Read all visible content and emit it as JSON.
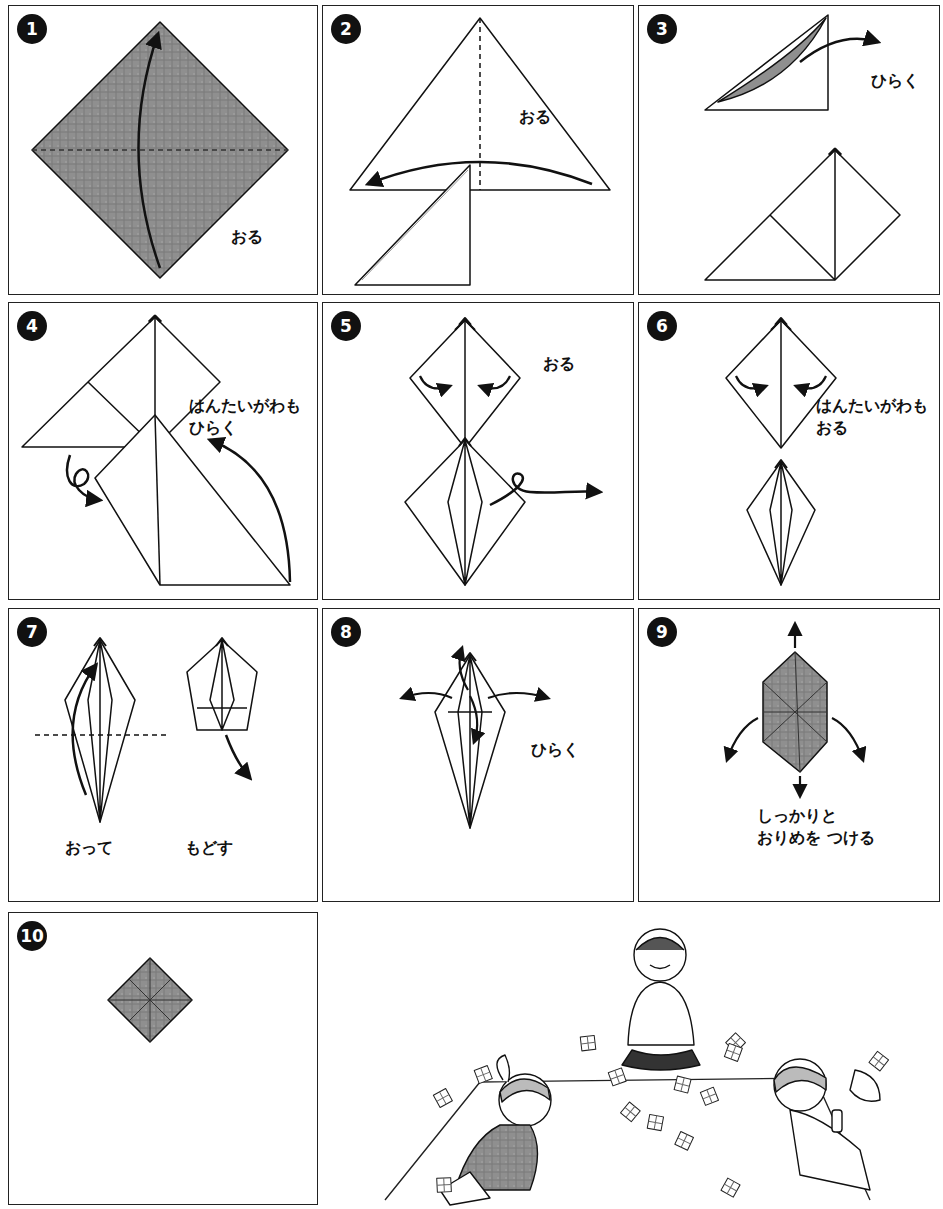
{
  "diagram": {
    "nodes": [
      {
        "text": [
          "1",
          "おる"
        ]
      },
      {
        "text": [
          "2",
          "おる"
        ]
      },
      {
        "text": [
          "3",
          "ひらく"
        ]
      },
      {
        "text": [
          "4",
          "はんたいがわも ひらく"
        ]
      },
      {
        "text": [
          "5",
          "おる"
        ]
      },
      {
        "text": [
          "6",
          "はんたいがわも おる"
        ]
      },
      {
        "text": [
          "7",
          "おって",
          "もどす"
        ]
      },
      {
        "text": [
          "8",
          "ひらく"
        ]
      },
      {
        "text": [
          "9",
          "しっかりと おりめを つける"
        ]
      },
      {
        "text": [
          "10"
        ]
      }
    ]
  }
}
